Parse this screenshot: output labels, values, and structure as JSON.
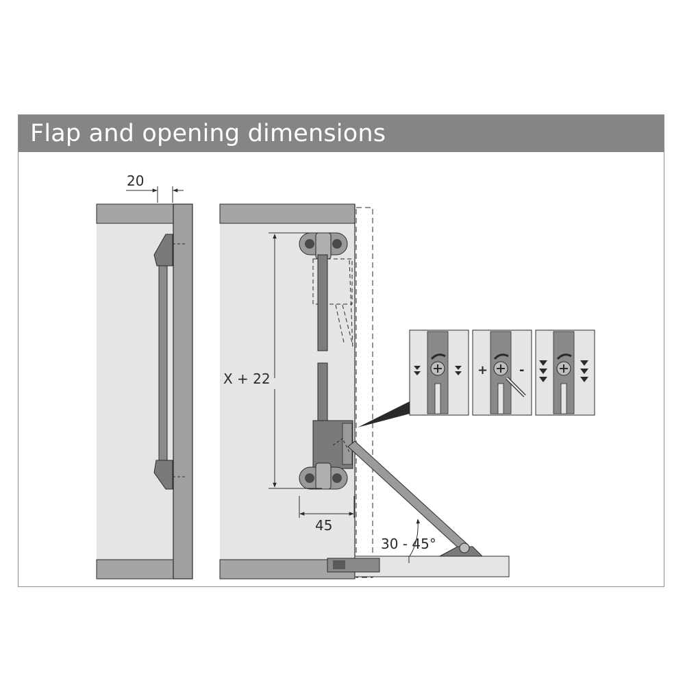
{
  "header": {
    "title": "Flap and opening dimensions"
  },
  "dimensions": {
    "top_width": "20",
    "height": "X + 22",
    "offset": "45",
    "angle": "30 - 45°"
  },
  "adjust": {
    "plus": "+",
    "minus": "-"
  },
  "colors": {
    "header_bg": "#858585",
    "panel_fill": "#e4e5e6",
    "board_fill": "#9b9b9b",
    "fitting_fill": "#767676",
    "line": "#2a2a2a"
  }
}
